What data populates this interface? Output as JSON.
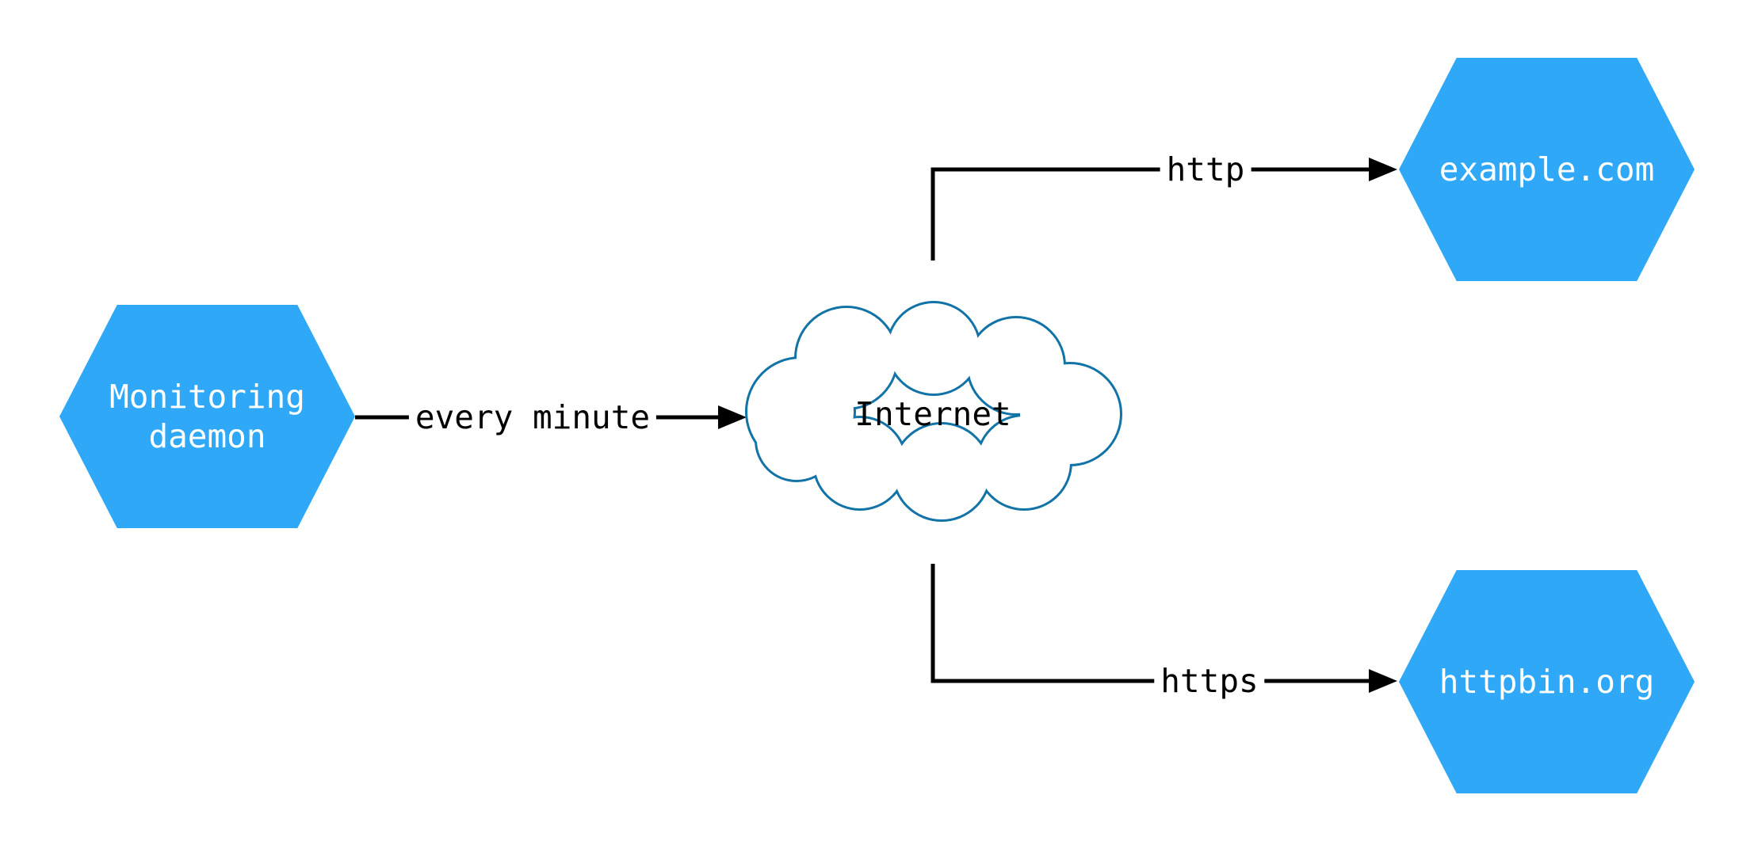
{
  "diagram": {
    "type": "network-flow-diagram",
    "background": "#ffffff",
    "colors": {
      "node_fill": "#2FA8F7",
      "node_text": "#ffffff",
      "edge": "#000000",
      "edge_label_text": "#000000",
      "cloud_stroke": "#1273A7",
      "cloud_fill": "#ffffff"
    },
    "nodes": {
      "monitoring": {
        "shape": "hexagon",
        "label": "Monitoring daemon",
        "label_line1": "Monitoring",
        "label_line2": "daemon"
      },
      "internet": {
        "shape": "cloud",
        "label": "Internet"
      },
      "example": {
        "shape": "hexagon",
        "label": "example.com"
      },
      "httpbin": {
        "shape": "hexagon",
        "label": "httpbin.org"
      }
    },
    "edges": [
      {
        "from": "monitoring",
        "to": "internet",
        "label": "every minute",
        "style": "arrow"
      },
      {
        "from": "internet",
        "to": "example",
        "label": "http",
        "style": "arrow"
      },
      {
        "from": "internet",
        "to": "httpbin",
        "label": "https",
        "style": "arrow"
      }
    ]
  }
}
